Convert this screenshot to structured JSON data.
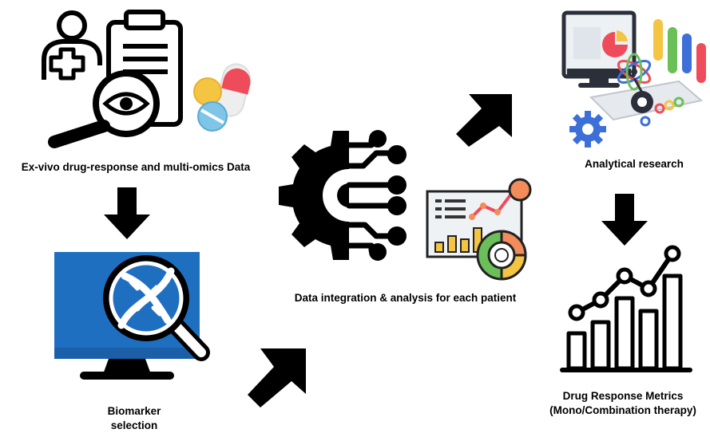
{
  "diagram": {
    "nodes": {
      "exvivo": {
        "label": "Ex-vivo drug-response and multi-omics Data"
      },
      "biomarker": {
        "label_line1": "Biomarker",
        "label_line2": "selection"
      },
      "integration": {
        "label": "Data integration & analysis for each patient"
      },
      "analytical": {
        "label": "Analytical research"
      },
      "metrics": {
        "label_line1": "Drug Response Metrics",
        "label_line2": "(Mono/Combination therapy)"
      }
    },
    "icons": {
      "exvivo": [
        "patient-icon",
        "clipboard-icon",
        "magnifier-eye-icon",
        "pills-icon"
      ],
      "biomarker": [
        "monitor-dna-icon"
      ],
      "integration": [
        "gear-circuit-icon",
        "analytics-dashboard-icon"
      ],
      "analytical": [
        "lab-computer-icon"
      ],
      "metrics": [
        "bar-line-chart-icon"
      ]
    },
    "colors": {
      "ink": "#000000",
      "monitor_blue": "#1f6fc1",
      "pill_red": "#ee4c5a",
      "pill_yellow": "#f4c542",
      "pill_blue": "#7fc5e8",
      "accent_orange": "#f28c5a",
      "accent_green": "#6bbf59"
    }
  }
}
